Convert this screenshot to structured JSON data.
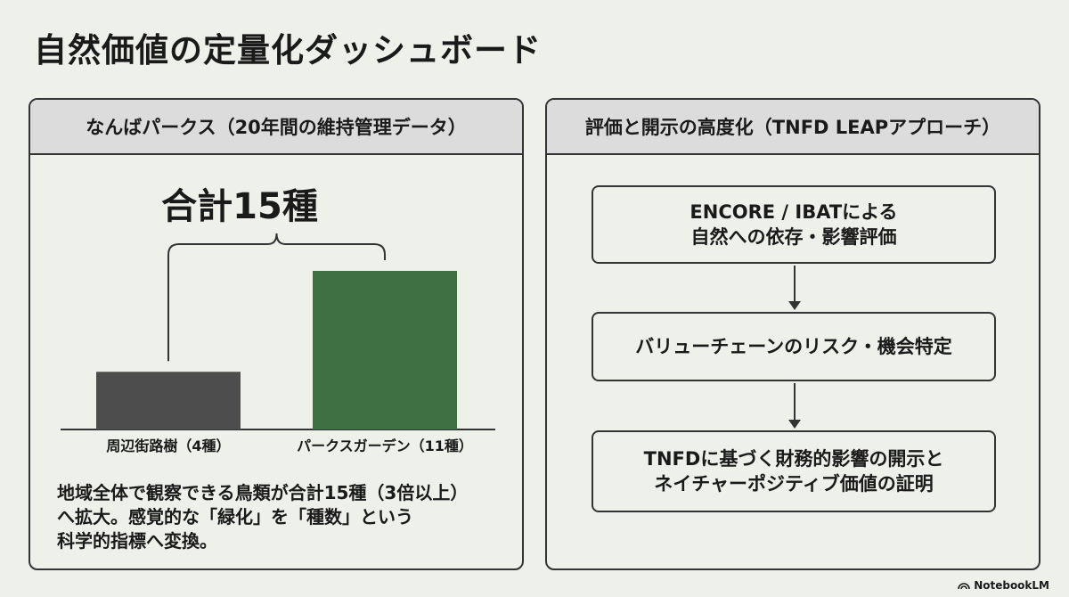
{
  "title": "自然価値の定量化ダッシュボード",
  "left_panel": {
    "header": "なんばパークス（20年間の維持管理データ）",
    "description": "地域全体で観察できる鳥類が合計15種（3倍以上）\nへ拡大。感覚的な「緑化」を「種数」という\n科学的指標へ変換。"
  },
  "chart_data": {
    "type": "bar",
    "categories": [
      "周辺街路樹（4種）",
      "パークスガーデン（11種）"
    ],
    "values": [
      4,
      11
    ],
    "annotation": "合計15種",
    "bar_colors": [
      "#4d4d4d",
      "#3f7043"
    ],
    "title": "",
    "xlabel": "",
    "ylabel": "",
    "ylim": [
      0,
      11
    ]
  },
  "right_panel": {
    "header": "評価と開示の高度化（TNFD LEAPアプローチ）",
    "steps": [
      "ENCORE / IBATによる\n自然への依存・影響評価",
      "バリューチェーンのリスク・機会特定",
      "TNFDに基づく財務的影響の開示と\nネイチャーポジティブ価値の証明"
    ]
  },
  "footer": {
    "brand": "NotebookLM"
  }
}
